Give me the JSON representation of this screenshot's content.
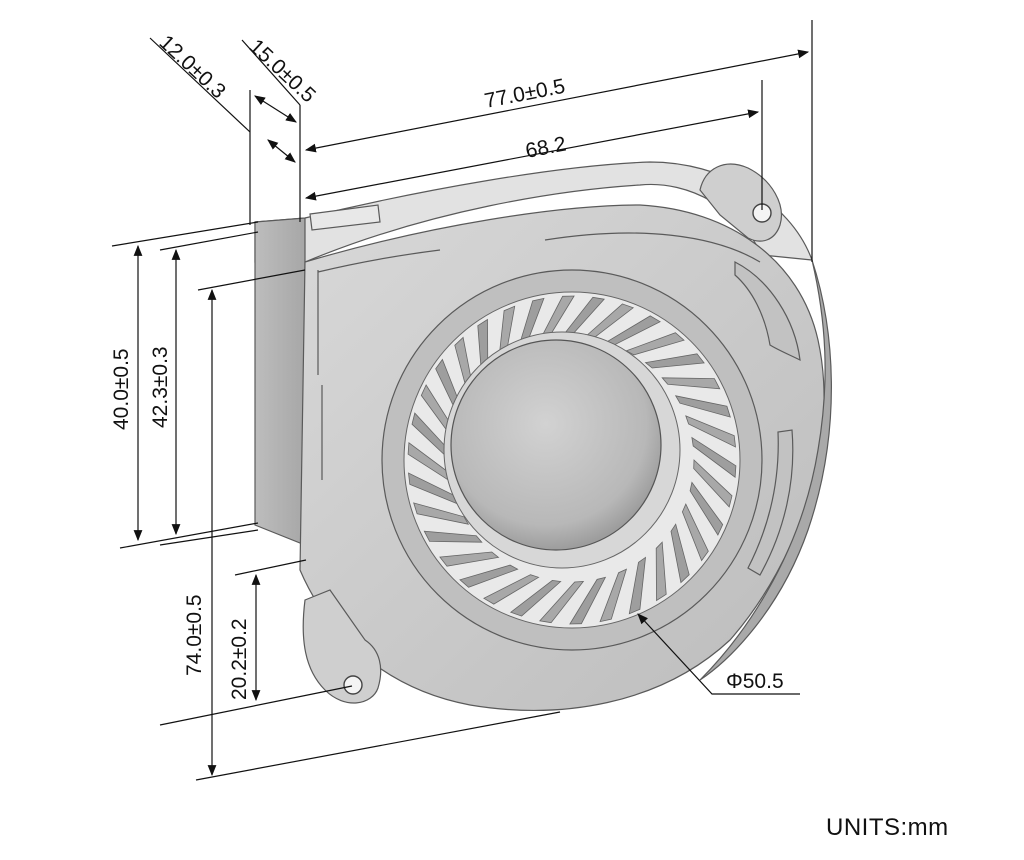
{
  "dimensions": {
    "d1": "12.0±0.3",
    "d2": "15.0±0.5",
    "d3": "77.0±0.5",
    "d4": "68.2",
    "d5": "40.0±0.5",
    "d6": "42.3±0.3",
    "d7": "74.0±0.5",
    "d8": "20.2±0.2",
    "d9": "Φ50.5"
  },
  "units_label": "UNITS:mm",
  "colors": {
    "housing": "#c8c8c8",
    "housing_shadow": "#9a9a9a",
    "housing_light": "#e4e4e4",
    "outline": "#555555",
    "dimension_line": "#111111"
  },
  "icons": {
    "arrowheads": "dimension-arrow-icon",
    "mounting_holes": "mounting-hole-icon"
  }
}
